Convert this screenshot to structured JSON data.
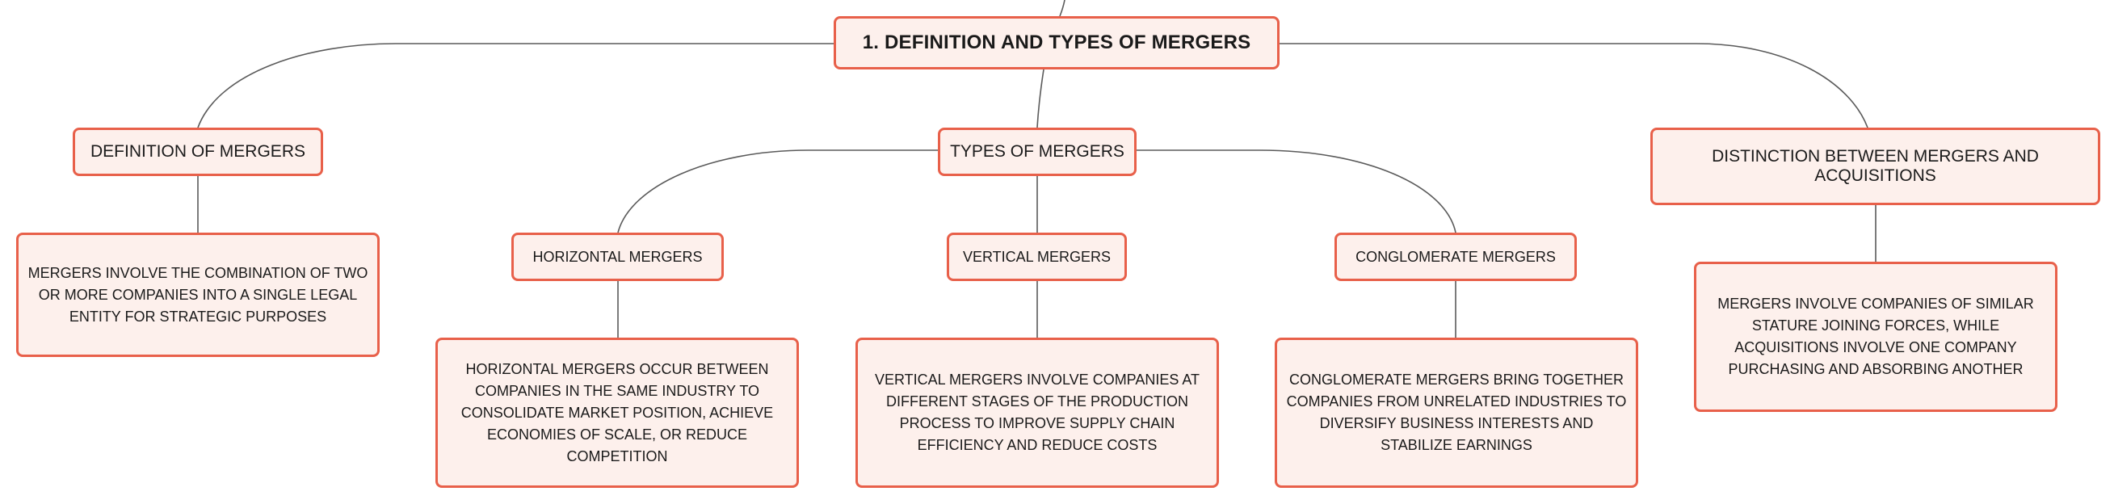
{
  "diagram": {
    "root": {
      "label": "1. DEFINITION AND TYPES OF MERGERS"
    },
    "definition": {
      "label": "DEFINITION OF MERGERS",
      "detail": "MERGERS INVOLVE THE COMBINATION OF TWO OR MORE COMPANIES INTO A SINGLE LEGAL ENTITY FOR STRATEGIC PURPOSES"
    },
    "types": {
      "label": "TYPES OF MERGERS",
      "horizontal": {
        "label": "HORIZONTAL MERGERS",
        "detail": "HORIZONTAL MERGERS OCCUR BETWEEN COMPANIES IN THE SAME INDUSTRY TO CONSOLIDATE MARKET POSITION, ACHIEVE ECONOMIES OF SCALE, OR REDUCE COMPETITION"
      },
      "vertical": {
        "label": "VERTICAL MERGERS",
        "detail": "VERTICAL MERGERS INVOLVE COMPANIES AT DIFFERENT STAGES OF THE PRODUCTION PROCESS TO IMPROVE SUPPLY CHAIN EFFICIENCY AND REDUCE COSTS"
      },
      "conglomerate": {
        "label": "CONGLOMERATE MERGERS",
        "detail": "CONGLOMERATE MERGERS BRING TOGETHER COMPANIES FROM UNRELATED INDUSTRIES TO DIVERSIFY BUSINESS INTERESTS AND STABILIZE EARNINGS"
      }
    },
    "distinction": {
      "label": "DISTINCTION BETWEEN MERGERS AND ACQUISITIONS",
      "detail": "MERGERS INVOLVE COMPANIES OF SIMILAR STATURE JOINING FORCES, WHILE ACQUISITIONS INVOLVE ONE COMPANY PURCHASING AND ABSORBING ANOTHER"
    }
  },
  "colors": {
    "node_fill": "#fdf0ec",
    "node_border": "#e8604a",
    "connector": "#555555"
  }
}
